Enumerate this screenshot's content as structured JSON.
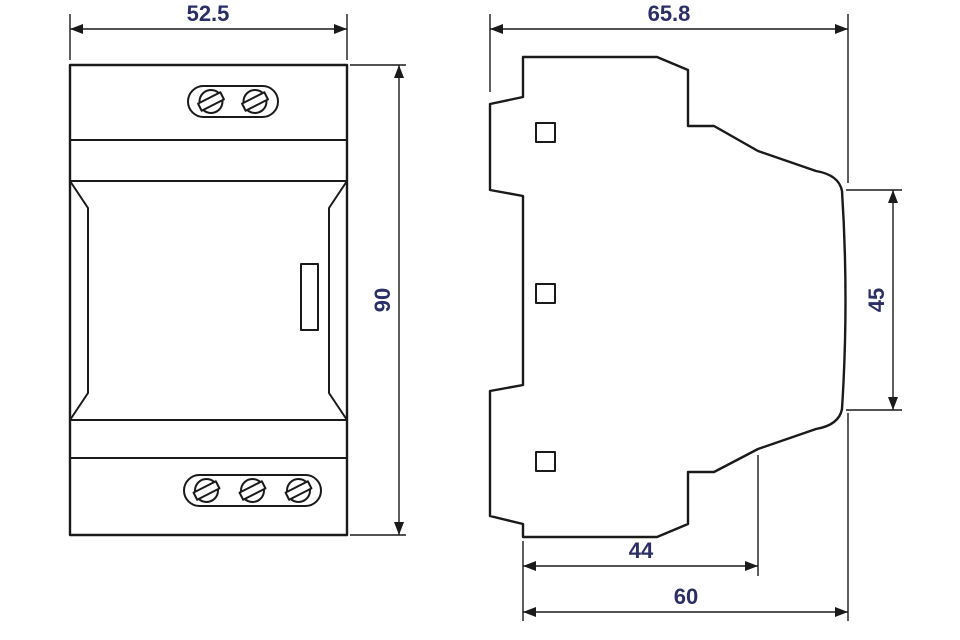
{
  "dimensions": {
    "front_width": "52.5",
    "front_height": "90",
    "side_overall_depth": "65.8",
    "side_face_height": "45",
    "side_body_depth": "44",
    "side_mount_depth": "60"
  },
  "colors": {
    "line": "#1a1a1a",
    "dim_text": "#2b2f66"
  }
}
